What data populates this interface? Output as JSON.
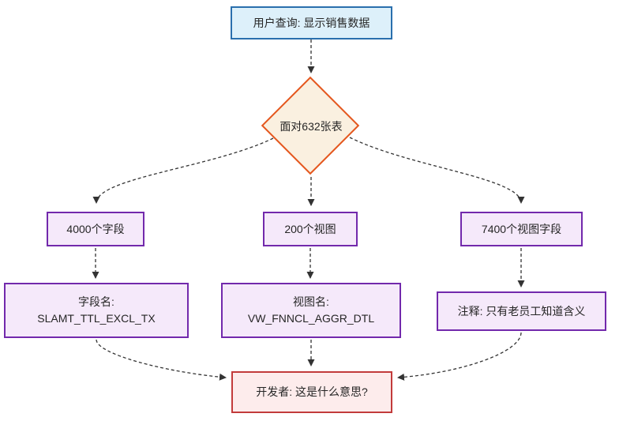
{
  "nodes": {
    "user_query": {
      "label": "用户查询: 显示销售数据"
    },
    "tables": {
      "label": "面对632张表"
    },
    "fields": {
      "label": "4000个字段"
    },
    "views": {
      "label": "200个视图"
    },
    "view_fields": {
      "label": "7400个视图字段"
    },
    "field_name": {
      "line1": "字段名:",
      "line2": "SLAMT_TTL_EXCL_TX"
    },
    "view_name": {
      "line1": "视图名:",
      "line2": "VW_FNNCL_AGGR_DTL"
    },
    "comment": {
      "label": "注释: 只有老员工知道含义"
    },
    "developer": {
      "label": "开发者: 这是什么意思?"
    }
  },
  "edges": [
    {
      "from": "user_query",
      "to": "tables"
    },
    {
      "from": "tables",
      "to": "fields"
    },
    {
      "from": "tables",
      "to": "views"
    },
    {
      "from": "tables",
      "to": "view_fields"
    },
    {
      "from": "fields",
      "to": "field_name"
    },
    {
      "from": "views",
      "to": "view_name"
    },
    {
      "from": "view_fields",
      "to": "comment"
    },
    {
      "from": "field_name",
      "to": "developer"
    },
    {
      "from": "view_name",
      "to": "developer"
    },
    {
      "from": "comment",
      "to": "developer"
    }
  ],
  "colors": {
    "query_fill": "#ddf0fa",
    "query_border": "#2a6fad",
    "decision_fill": "#faf0e0",
    "decision_border": "#e4571e",
    "info_fill": "#f5e9fa",
    "info_border": "#7229ac",
    "developer_fill": "#fdecec",
    "developer_border": "#c23b3b",
    "edge_stroke": "#333333",
    "text": "#262626",
    "background": "#ffffff"
  }
}
